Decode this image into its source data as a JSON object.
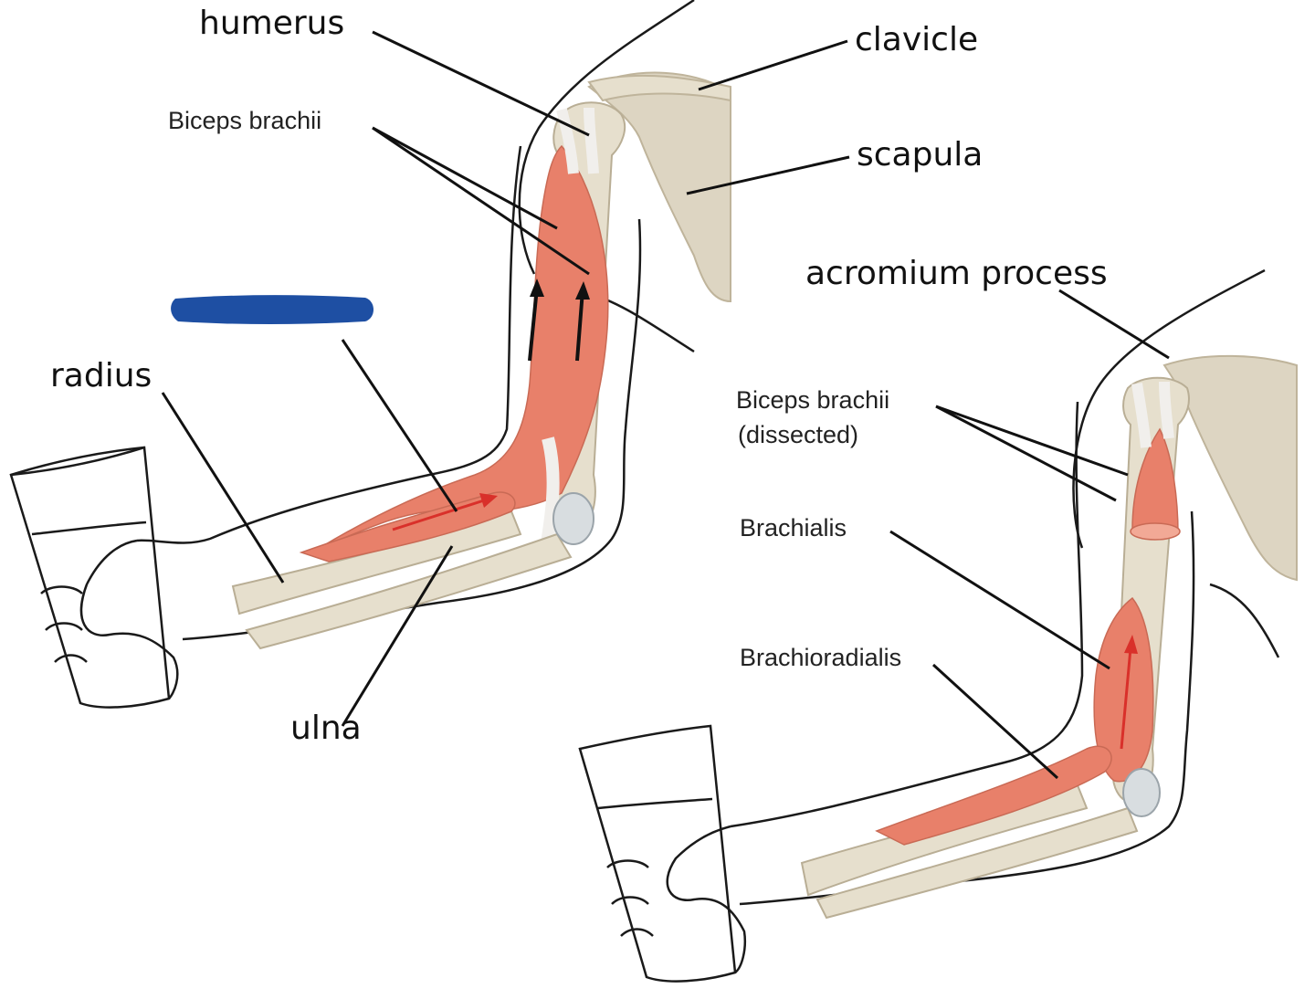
{
  "labels": {
    "humerus": "humerus",
    "clavicle": "clavicle",
    "biceps_brachii_left": "Biceps brachii",
    "scapula": "scapula",
    "radius": "radius",
    "ulna": "ulna",
    "acromium_process": "acromium process",
    "biceps_brachii_dissected_line1": "Biceps brachii",
    "biceps_brachii_dissected_line2": "(dissected)",
    "brachialis": "Brachialis",
    "brachioradialis": "Brachioradialis"
  },
  "colors": {
    "muscle": "#e8806a",
    "muscle_light": "#f2a996",
    "bone": "#e6dfcd",
    "bone_dark": "#d6cdb5",
    "scapula": "#ddd5c2",
    "tendon": "#f1efec",
    "redaction": "#1e4fa3",
    "arrow_dark": "#111111",
    "arrow_red": "#d9302a"
  }
}
